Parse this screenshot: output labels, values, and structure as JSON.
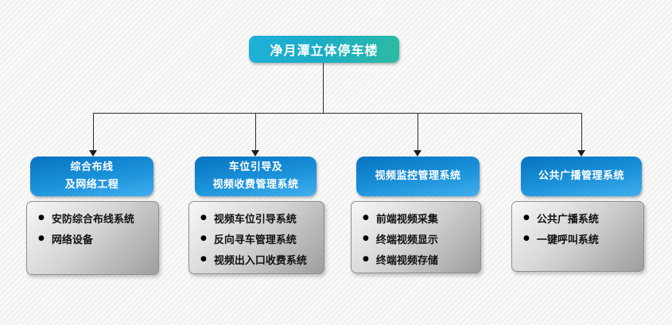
{
  "root": {
    "label": "净月潭立体停车楼"
  },
  "branches": [
    {
      "title_line1": "综合布线",
      "title_line2": "及网络工程",
      "items": [
        "安防综合布线系统",
        "网络设备"
      ]
    },
    {
      "title_line1": "车位引导及",
      "title_line2": "视频收费管理系统",
      "items": [
        "视频车位引导系统",
        "反向寻车管理系统",
        "视频出入口收费系统"
      ]
    },
    {
      "title_line1": "视频监控管理系统",
      "items": [
        "前端视频采集",
        "终端视频显示",
        "终端视频存储"
      ]
    },
    {
      "title_line1": "公共广播管理系统",
      "items": [
        "公共广播系统",
        "一键呼叫系统"
      ]
    }
  ],
  "bullet_icon": "●",
  "colors": {
    "background": "#f4f4f3",
    "root_box_gradient_start": "#1fb0d8",
    "root_box_gradient_end": "#2dbba2",
    "branch_box_gradient_start": "#0873c0",
    "branch_box_gradient_end": "#41aeee",
    "detail_box_gradient_start": "#f7f7f7",
    "detail_box_gradient_end": "#9e9e9e",
    "connector": "#2b2b2b",
    "root_text": "#ffffff",
    "branch_text": "#ffffff",
    "item_text": "#111111"
  }
}
